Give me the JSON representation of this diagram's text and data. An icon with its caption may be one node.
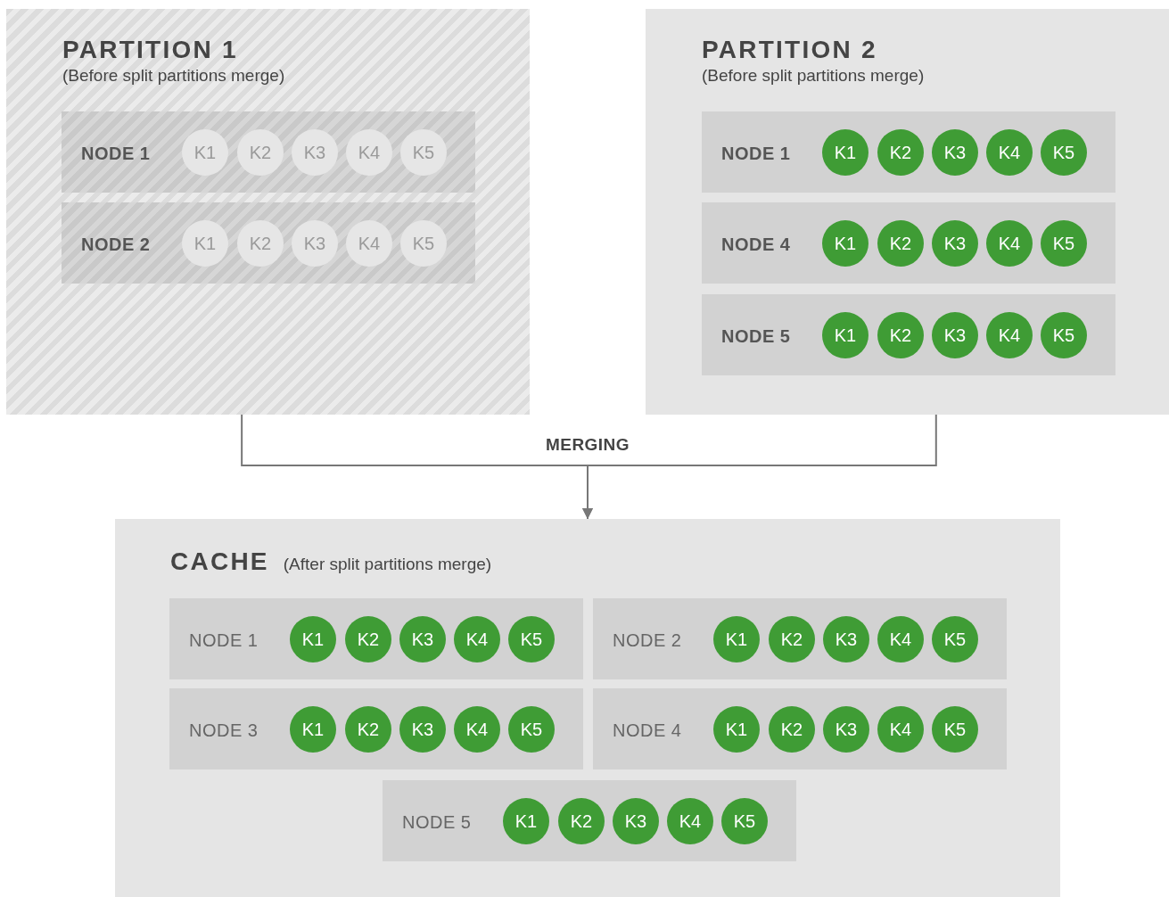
{
  "diagram": {
    "nodes": [
      {
        "text": [
          "PARTITION 1",
          "(Before split partitions merge)"
        ]
      },
      {
        "text": [
          "NODE 1"
        ],
        "in": 0
      },
      {
        "text": [
          "K1"
        ],
        "in": 1
      },
      {
        "text": [
          "K2"
        ],
        "in": 1
      },
      {
        "text": [
          "K3"
        ],
        "in": 1
      },
      {
        "text": [
          "K4"
        ],
        "in": 1
      },
      {
        "text": [
          "K5"
        ],
        "in": 1
      },
      {
        "text": [
          "NODE 2"
        ],
        "in": 0
      },
      {
        "text": [
          "K1"
        ],
        "in": 7
      },
      {
        "text": [
          "K2"
        ],
        "in": 7
      },
      {
        "text": [
          "K3"
        ],
        "in": 7
      },
      {
        "text": [
          "K4"
        ],
        "in": 7
      },
      {
        "text": [
          "K5"
        ],
        "in": 7
      },
      {
        "text": [
          "PARTITION 2",
          "(Before split partitions merge)"
        ]
      },
      {
        "text": [
          "NODE 1"
        ],
        "in": 13
      },
      {
        "text": [
          "K1"
        ],
        "in": 14
      },
      {
        "text": [
          "K2"
        ],
        "in": 14
      },
      {
        "text": [
          "K3"
        ],
        "in": 14
      },
      {
        "text": [
          "K4"
        ],
        "in": 14
      },
      {
        "text": [
          "K5"
        ],
        "in": 14
      },
      {
        "text": [
          "NODE 4"
        ],
        "in": 13
      },
      {
        "text": [
          "K1"
        ],
        "in": 20
      },
      {
        "text": [
          "K2"
        ],
        "in": 20
      },
      {
        "text": [
          "K3"
        ],
        "in": 20
      },
      {
        "text": [
          "K4"
        ],
        "in": 20
      },
      {
        "text": [
          "K5"
        ],
        "in": 20
      },
      {
        "text": [
          "NODE 5"
        ],
        "in": 13
      },
      {
        "text": [
          "K1"
        ],
        "in": 26
      },
      {
        "text": [
          "K2"
        ],
        "in": 26
      },
      {
        "text": [
          "K3"
        ],
        "in": 26
      },
      {
        "text": [
          "K4"
        ],
        "in": 26
      },
      {
        "text": [
          "K5"
        ],
        "in": 26
      },
      {
        "text": [
          "CACHE",
          "(After split partitions merge)"
        ]
      },
      {
        "text": [
          "NODE 1"
        ],
        "in": 32
      },
      {
        "text": [
          "K1"
        ],
        "in": 33
      },
      {
        "text": [
          "K2"
        ],
        "in": 33
      },
      {
        "text": [
          "K3"
        ],
        "in": 33
      },
      {
        "text": [
          "K4"
        ],
        "in": 33
      },
      {
        "text": [
          "K5"
        ],
        "in": 33
      },
      {
        "text": [
          "NODE 2"
        ],
        "in": 32
      },
      {
        "text": [
          "K1"
        ],
        "in": 39
      },
      {
        "text": [
          "K2"
        ],
        "in": 39
      },
      {
        "text": [
          "K3"
        ],
        "in": 39
      },
      {
        "text": [
          "K4"
        ],
        "in": 39
      },
      {
        "text": [
          "K5"
        ],
        "in": 39
      },
      {
        "text": [
          "NODE 3"
        ],
        "in": 32
      },
      {
        "text": [
          "K1"
        ],
        "in": 45
      },
      {
        "text": [
          "K2"
        ],
        "in": 45
      },
      {
        "text": [
          "K3"
        ],
        "in": 45
      },
      {
        "text": [
          "K4"
        ],
        "in": 45
      },
      {
        "text": [
          "K5"
        ],
        "in": 45
      },
      {
        "text": [
          "NODE 4"
        ],
        "in": 32
      },
      {
        "text": [
          "K1"
        ],
        "in": 51
      },
      {
        "text": [
          "K2"
        ],
        "in": 51
      },
      {
        "text": [
          "K3"
        ],
        "in": 51
      },
      {
        "text": [
          "K4"
        ],
        "in": 51
      },
      {
        "text": [
          "K5"
        ],
        "in": 51
      },
      {
        "text": [
          "NODE 5"
        ],
        "in": 32
      },
      {
        "text": [
          "K1"
        ],
        "in": 57
      },
      {
        "text": [
          "K2"
        ],
        "in": 57
      },
      {
        "text": [
          "K3"
        ],
        "in": 57
      },
      {
        "text": [
          "K4"
        ],
        "in": 57
      },
      {
        "text": [
          "K5"
        ],
        "in": 57
      }
    ],
    "edges": [
      {
        "from": 0,
        "to": 32,
        "arrow": "to",
        "label": "MERGING"
      },
      {
        "from": 13,
        "to": 32,
        "arrow": "to"
      }
    ]
  }
}
